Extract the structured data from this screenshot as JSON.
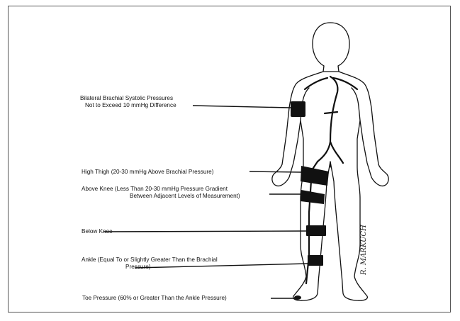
{
  "labels": {
    "brachial": {
      "line1": "Bilateral Brachial Systolic Pressures",
      "line2": "Not to Exceed 10 mmHg Difference"
    },
    "high_thigh": {
      "line1": "High Thigh (20-30 mmHg Above Brachial Pressure)"
    },
    "above_knee": {
      "line1": "Above Knee (Less Than 20-30 mmHg Pressure Gradient",
      "line2": "Between Adjacent Levels of Measurement)"
    },
    "below_knee": {
      "line1": "Below Knee"
    },
    "ankle": {
      "line1": "Ankle (Equal To or Slightly Greater Than the Brachial",
      "line2": "Pressure)"
    },
    "toe": {
      "line1": "Toe Pressure (60% or Greater Than the Ankle Pressure)"
    }
  },
  "signature": "R. MARKUCH"
}
